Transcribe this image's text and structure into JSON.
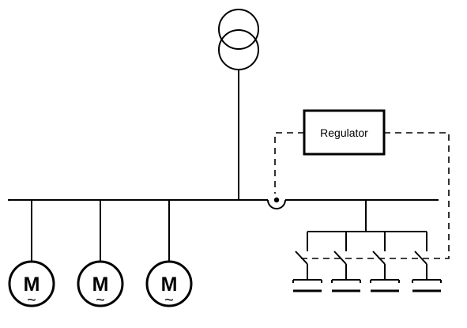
{
  "diagram": {
    "regulator_label": "Regulator",
    "motor_label": "M",
    "motor_tilde": "~",
    "motor_count": 3,
    "capacitor_branch_count": 4
  }
}
